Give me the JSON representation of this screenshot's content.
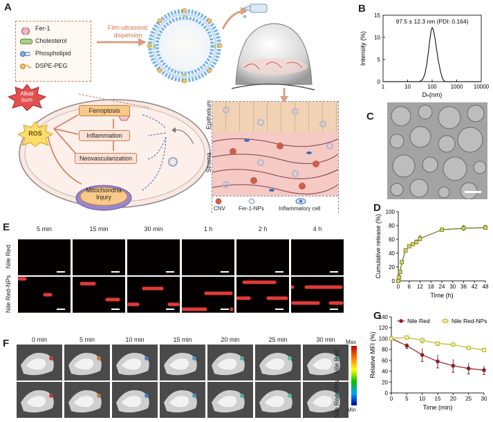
{
  "letters": {
    "A": "A",
    "B": "B",
    "C": "C",
    "D": "D",
    "E": "E",
    "F": "F",
    "G": "G"
  },
  "panelA": {
    "legend": [
      {
        "label": "Fer-1"
      },
      {
        "label": "Cholesterol"
      },
      {
        "label": "Phospholipid"
      },
      {
        "label": "DSPE-PEG"
      }
    ],
    "method_line1": "Film-ultrasonic",
    "method_line2": "dispersion",
    "alkali_line1": "Alkali",
    "alkali_line2": "burn",
    "ros": "ROS",
    "ferroptosis": "Ferroptosis",
    "inflammation": "Inflammation",
    "neovascularization": "Neovascularization",
    "mito_line1": "Mitochondria",
    "mito_line2": "Injury",
    "epithelium": "Epithelium",
    "stroma": "Stroma",
    "cornea_legend": [
      {
        "label": "CNV"
      },
      {
        "label": "Fer-1-NPs"
      },
      {
        "label": "Inflammatory cell"
      }
    ]
  },
  "panelC": {
    "scalebar": ""
  },
  "panelE": {
    "times": [
      "5 min",
      "15 min",
      "30 min",
      "1 h",
      "2 h",
      "4 h"
    ],
    "rows": [
      "Nile Red",
      "Nile Red-NPs"
    ]
  },
  "panelF": {
    "times": [
      "0 min",
      "5 min",
      "10 min",
      "15 min",
      "20 min",
      "25 min",
      "30 min"
    ],
    "rows": [
      "Nile Red",
      "Nile Red-NPs"
    ],
    "colorbar_max": "Max",
    "colorbar_min": "Min"
  },
  "chart_data": [
    {
      "panel": "B",
      "type": "line",
      "annotation": "97.5 ± 12.3 nm (PDI: 0.164)",
      "xlabel": "Dₕ(nm)",
      "ylabel": "Intensity (%)",
      "xscale": "log",
      "xlim": [
        1,
        10000
      ],
      "ylim": [
        0,
        15
      ],
      "xticks": [
        "1",
        "10",
        "100",
        "1000",
        "10000"
      ],
      "yticks": [
        "0",
        "5",
        "10",
        "15"
      ],
      "x": [
        30,
        40,
        50,
        60,
        70,
        80,
        90,
        100,
        110,
        130,
        150,
        180,
        220,
        260,
        300,
        350
      ],
      "y": [
        0,
        0.4,
        1.6,
        3.8,
        6.6,
        9.4,
        11.4,
        12.2,
        11.8,
        9.9,
        7.4,
        4.6,
        2.2,
        0.8,
        0.2,
        0
      ]
    },
    {
      "panel": "D",
      "type": "line",
      "xlabel": "Time (h)",
      "ylabel": "Cumulative release (%)",
      "xlim": [
        0,
        48
      ],
      "ylim": [
        0,
        100
      ],
      "xticks": [
        "0",
        "6",
        "12",
        "18",
        "24",
        "30",
        "36",
        "42",
        "48"
      ],
      "yticks": [
        "0",
        "20",
        "40",
        "60",
        "80",
        "100"
      ],
      "x": [
        0,
        0.5,
        1,
        2,
        4,
        6,
        8,
        10,
        12,
        24,
        36,
        48
      ],
      "y": [
        0,
        5,
        13,
        27,
        44,
        50,
        53,
        56,
        61,
        74,
        76,
        77
      ],
      "err": [
        0,
        1,
        2,
        2,
        2,
        2,
        2,
        3,
        4,
        2,
        4,
        3
      ]
    },
    {
      "panel": "G",
      "type": "line",
      "xlabel": "Time (min)",
      "ylabel": "Relative MFI (%)",
      "xlim": [
        0,
        30
      ],
      "ylim": [
        0,
        140
      ],
      "xticks": [
        "0",
        "5",
        "10",
        "15",
        "20",
        "25",
        "30"
      ],
      "yticks": [
        "0",
        "20",
        "40",
        "60",
        "80",
        "100",
        "120",
        "140"
      ],
      "legend_position": "top",
      "series": [
        {
          "name": "Nile Red",
          "color": "#8b1d24",
          "x": [
            0,
            5,
            10,
            15,
            20,
            25,
            30
          ],
          "y": [
            100,
            87,
            70,
            58,
            50,
            45,
            42
          ],
          "err": [
            0,
            5,
            12,
            12,
            12,
            10,
            8
          ]
        },
        {
          "name": "Nile Red-NPs",
          "color": "#b5b52a",
          "x": [
            0,
            5,
            10,
            15,
            20,
            25,
            30
          ],
          "y": [
            100,
            102,
            97,
            91,
            89,
            83,
            79
          ],
          "err": [
            0,
            3,
            5,
            4,
            2,
            2,
            2
          ]
        }
      ]
    }
  ]
}
